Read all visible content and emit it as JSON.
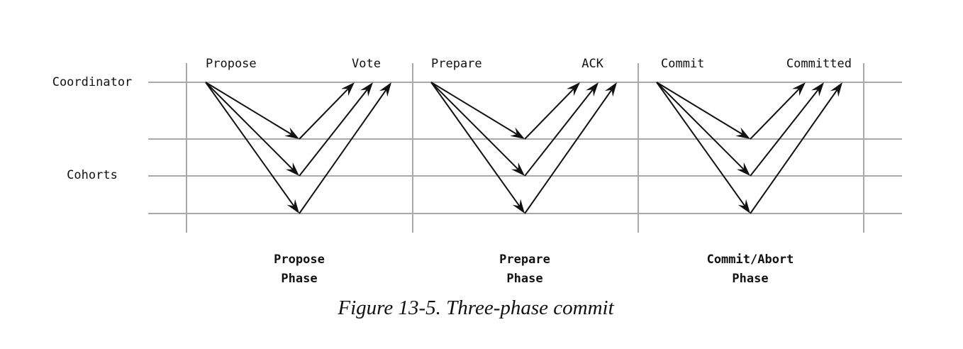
{
  "roles": {
    "coordinator": "Coordinator",
    "cohorts": "Cohorts"
  },
  "phases": [
    {
      "start_label": "Propose",
      "end_label": "Vote",
      "phase_name_line1": "Propose",
      "phase_name_line2": "Phase"
    },
    {
      "start_label": "Prepare",
      "end_label": "ACK",
      "phase_name_line1": "Prepare",
      "phase_name_line2": "Phase"
    },
    {
      "start_label": "Commit",
      "end_label": "Committed",
      "phase_name_line1": "Commit/Abort",
      "phase_name_line2": "Phase"
    }
  ],
  "caption": "Figure 13-5. Three-phase commit",
  "colors": {
    "timeline": "#a9a9a9",
    "arrow": "#111111",
    "text": "#111111"
  }
}
